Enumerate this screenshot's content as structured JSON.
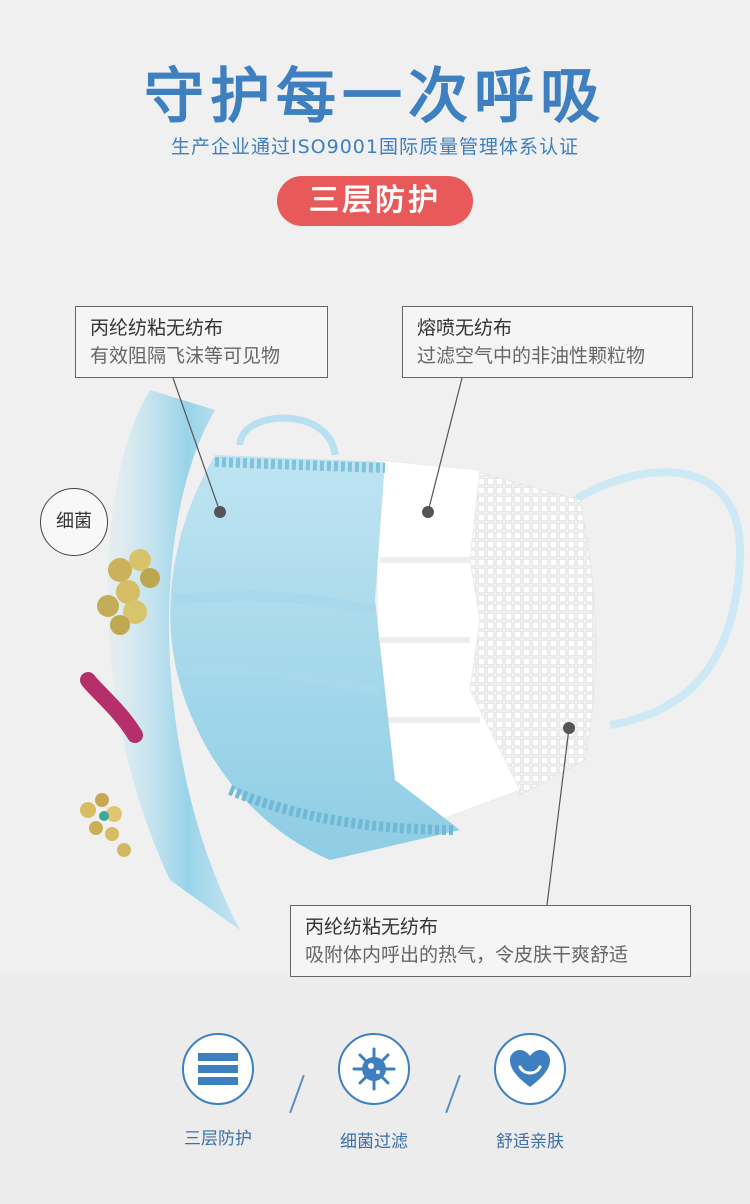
{
  "header": {
    "title": "守护每一次呼吸",
    "subtitle": "生产企业通过ISO9001国际质量管理体系认证",
    "badge": "三层防护"
  },
  "callouts": [
    {
      "title": "丙纶纺粘无纺布",
      "desc": "有效阻隔飞沫等可见物"
    },
    {
      "title": "熔喷无纺布",
      "desc": "过滤空气中的非油性颗粒物"
    },
    {
      "title": "丙纶纺粘无纺布",
      "desc": "吸附体内呼出的热气，令皮肤干爽舒适"
    }
  ],
  "germ_label": "细菌",
  "features": [
    {
      "label": "三层防护",
      "icon": "layers-icon"
    },
    {
      "label": "细菌过滤",
      "icon": "virus-icon"
    },
    {
      "label": "舒适亲肤",
      "icon": "heart-face-icon"
    }
  ],
  "colors": {
    "accent_blue": "#3d7fbf",
    "badge_red": "#e8595a",
    "mask_blue": "#9fd6ea"
  }
}
